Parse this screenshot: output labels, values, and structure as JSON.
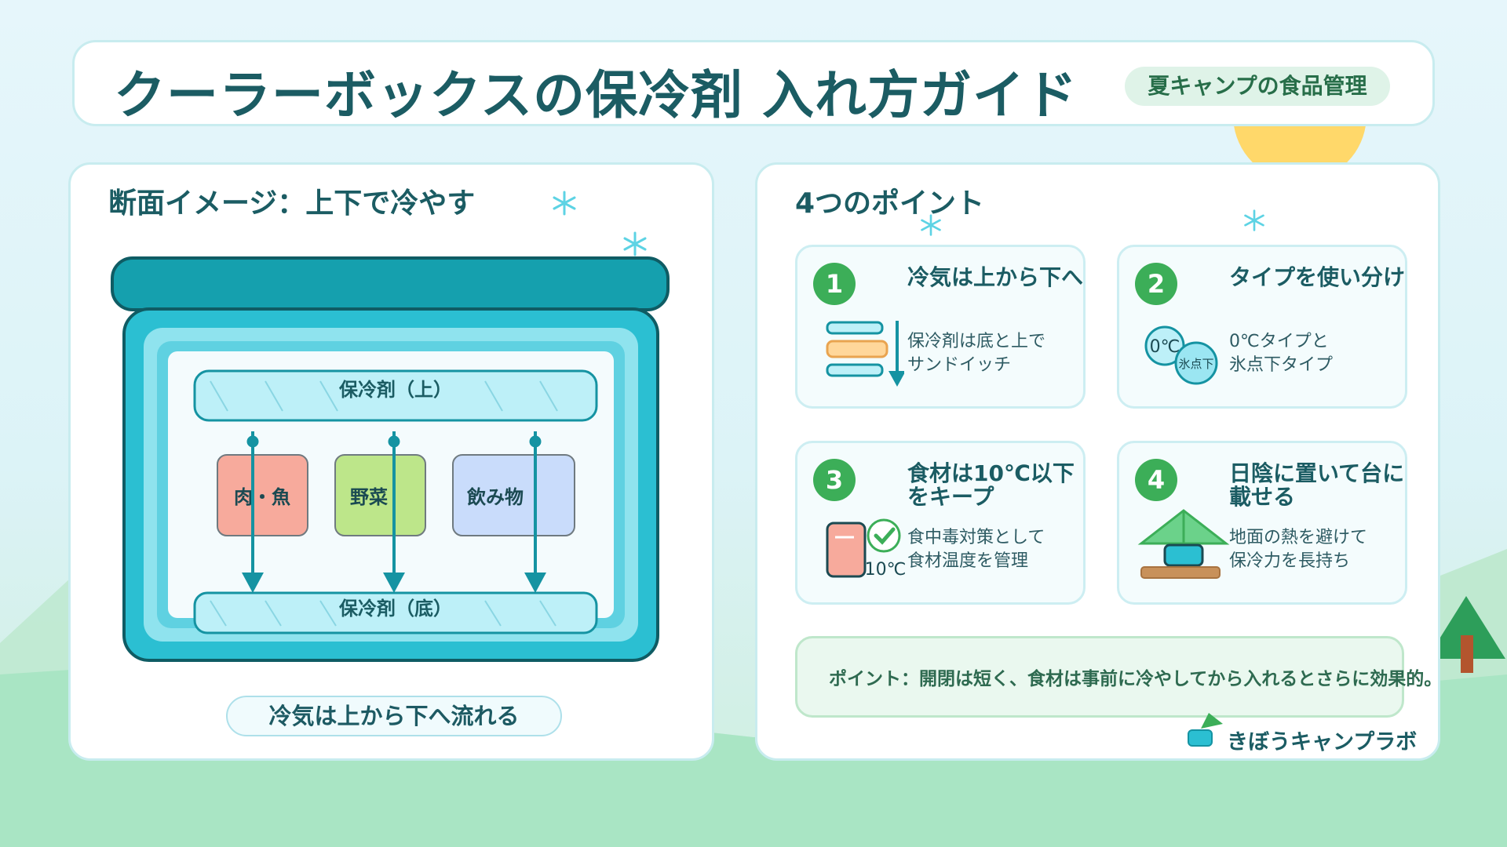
{
  "header": {
    "title": "クーラーボックスの保冷剤 入れ方ガイド",
    "tag": "夏キャンプの食品管理"
  },
  "left_panel": {
    "title": "断面イメージ：上下で冷やす",
    "top_pack": "保冷剤（上）",
    "bottom_pack": "保冷剤（底）",
    "items": [
      "肉・魚",
      "野菜",
      "飲み物"
    ],
    "flow_label": "冷気は上から下へ流れる"
  },
  "right_panel": {
    "title": "4つのポイント",
    "cards": [
      {
        "number": "1",
        "title": "冷気は上から下へ",
        "desc": [
          "保冷剤は底と上で",
          "サンドイッチ"
        ]
      },
      {
        "number": "2",
        "title": "タイプを使い分け",
        "desc": [
          "0℃タイプと",
          "氷点下タイプ"
        ],
        "icon_labels": [
          "0℃",
          "氷点下"
        ]
      },
      {
        "number": "3",
        "title": "食材は10℃以下をキープ",
        "desc": [
          "食中毒対策として",
          "食材温度を管理"
        ],
        "icon_label": "10℃"
      },
      {
        "number": "4",
        "title": "日陰に置いて台に載せる",
        "desc": [
          "地面の熱を避けて",
          "保冷力を長持ち"
        ]
      }
    ],
    "tip": "ポイント：開閉は短く、食材は事前に冷やしてから入れるとさらに効果的。",
    "brand": "きぼうキャンプラボ"
  },
  "colors": {
    "teal_dark": "#13939f",
    "teal": "#2dbfd1",
    "ice": "#bdf0f8",
    "green_badge": "#3cae58",
    "meat": "#f7aa9c",
    "veg": "#bde68a",
    "drink": "#c9dcfb"
  }
}
